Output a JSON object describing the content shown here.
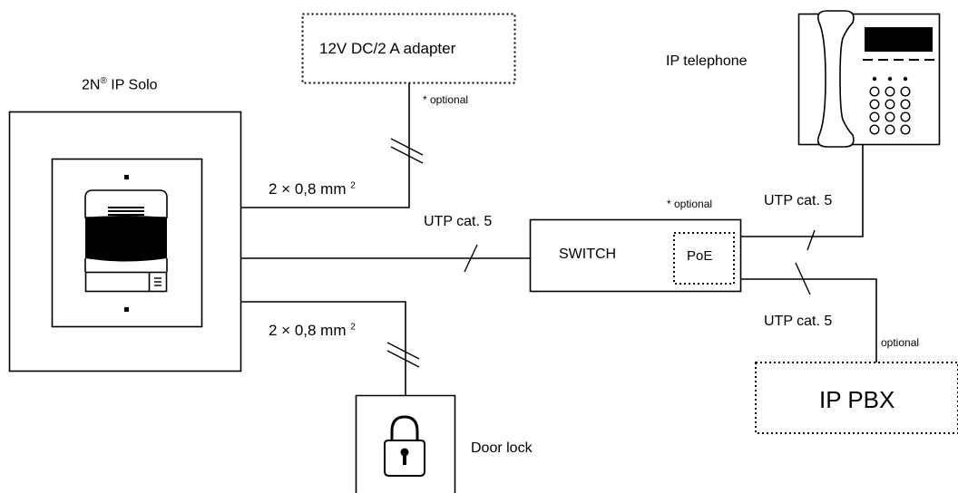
{
  "device_title": {
    "brand": "2N",
    "reg": "®",
    "model": " IP Solo"
  },
  "adapter": {
    "label": "12V DC/2 A  adapter",
    "note": "* optional"
  },
  "cable_top": {
    "label": "2 × 0,8 mm",
    "exp": "2"
  },
  "cable_mid": {
    "label": "UTP cat. 5"
  },
  "cable_bottom": {
    "label": "2 × 0,8 mm",
    "exp": "2"
  },
  "switch": {
    "label": "SWITCH",
    "poe": "PoE",
    "note": "* optional"
  },
  "phone": {
    "label": "IP telephone"
  },
  "utp_phone": {
    "label": "UTP cat. 5"
  },
  "utp_pbx": {
    "label": "UTP cat. 5"
  },
  "pbx": {
    "label": "IP PBX",
    "note": "optional"
  },
  "lock": {
    "label": "Door lock"
  }
}
